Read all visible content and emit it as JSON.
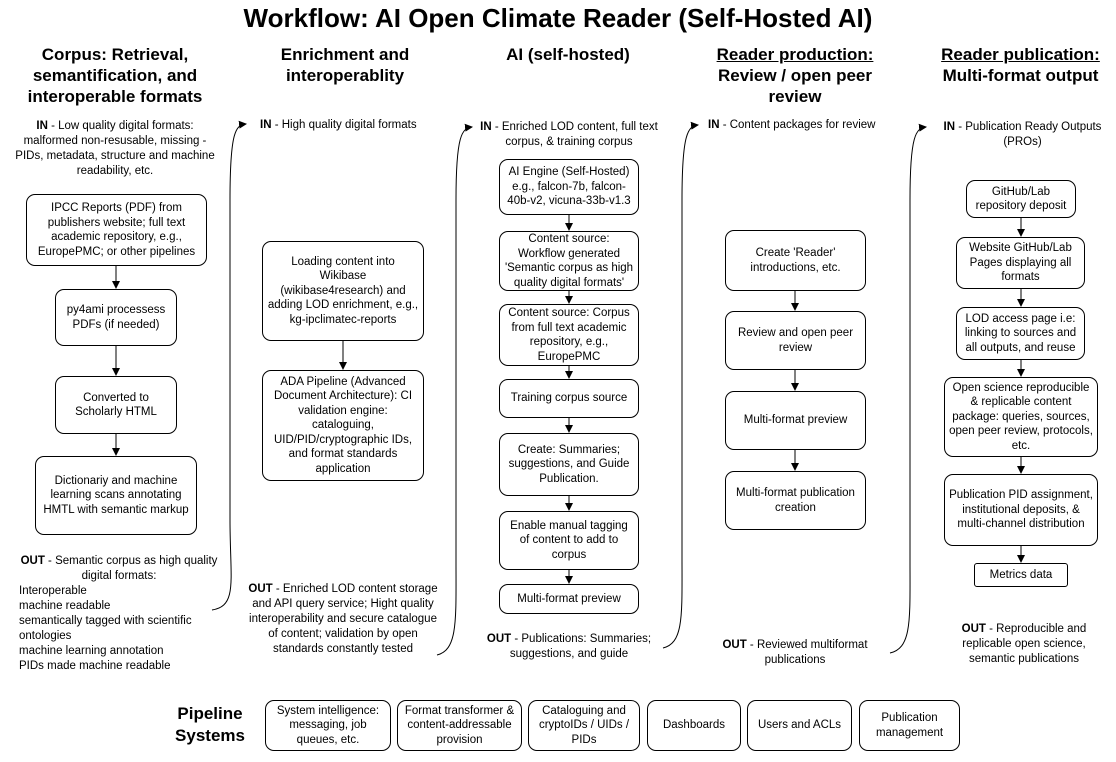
{
  "title": "Workflow: AI Open Climate Reader (Self-Hosted AI)",
  "columns": [
    {
      "heading_lines": [
        "Corpus: Retrieval,",
        "semantification, and",
        "interoperable formats"
      ],
      "in_prefix": "IN",
      "in_text": " - Low quality digital formats: malformed non-resusable, missing - PIDs, metadata, structure and machine readability, etc.",
      "boxes": [
        "IPCC Reports (PDF) from publishers website; full text academic repository, e.g., EuropePMC; or other pipelines",
        "py4ami processess PDFs (if needed)",
        "Converted to Scholarly HTML",
        "Dictionariy and machine learning scans annotating HMTL with semantic markup"
      ],
      "out_prefix": "OUT",
      "out_text": " - Semantic corpus as high quality digital formats:",
      "out_list": [
        "Interoperable",
        "machine readable",
        "semantically tagged with scientific ontologies",
        "machine learning annotation",
        "PIDs made machine readable"
      ]
    },
    {
      "heading_lines": [
        "Enrichment and",
        "interoperablity"
      ],
      "in_prefix": "IN",
      "in_text": " - High quality digital formats",
      "boxes": [
        "Loading content into Wikibase (wikibase4research) and adding LOD enrichment, e.g., kg-ipclimatec-reports",
        "ADA Pipeline (Advanced Document Architecture): CI validation engine: cataloguing, UID/PID/cryptographic IDs, and format standards application"
      ],
      "out_prefix": "OUT",
      "out_text": " - Enriched LOD content storage and API query service; Hight quality interoperability and secure catalogue of content; validation by open standards constantly tested"
    },
    {
      "heading_lines": [
        "AI (self-hosted)"
      ],
      "in_prefix": "IN",
      "in_text": " - Enriched LOD content, full text corpus, & training corpus",
      "boxes": [
        "AI Engine (Self-Hosted) e.g., falcon-7b, falcon-40b-v2, vicuna-33b-v1.3",
        "Content source: Workflow generated 'Semantic corpus as high quality digital formats'",
        "Content source: Corpus from full text academic repository, e.g., EuropePMC",
        "Training corpus source",
        "Create: Summaries; suggestions, and Guide Publication.",
        "Enable manual tagging of content to add to corpus",
        "Multi-format preview"
      ],
      "out_prefix": "OUT",
      "out_text": " - Publications: Summaries; suggestions, and guide"
    },
    {
      "heading_lines": [
        "Reader production:",
        "Review / open peer",
        "review"
      ],
      "in_prefix": "IN",
      "in_text": " - Content packages for review",
      "boxes": [
        "Create 'Reader' introductions, etc.",
        "Review and open peer review",
        "Multi-format preview",
        "Multi-format publication creation"
      ],
      "out_prefix": "OUT",
      "out_text": " - Reviewed multiformat publications"
    },
    {
      "heading_lines": [
        "Reader publication:",
        "Multi-format output"
      ],
      "in_prefix": "IN",
      "in_text": " - Publication Ready Outputs (PROs)",
      "boxes": [
        "GitHub/Lab repository deposit",
        "Website GitHub/Lab Pages displaying all formats",
        "LOD access page i.e: linking to sources and all outputs, and reuse",
        "Open science reproducible & replicable content package: queries, sources, open peer review, protocols, etc.",
        "Publication PID assignment, institutional deposits, & multi-channel distribution",
        "Metrics data"
      ],
      "out_prefix": "OUT",
      "out_text": " - Reproducible and replicable open science, semantic publications"
    }
  ],
  "pipeline": {
    "label_lines": [
      "Pipeline",
      "Systems"
    ],
    "boxes": [
      "System intelligence: messaging, job queues, etc.",
      "Format transformer & content-addressable provision",
      "Cataloguing and cryptoIDs / UIDs / PIDs",
      "Dashboards",
      "Users and ACLs",
      "Publication management"
    ]
  }
}
